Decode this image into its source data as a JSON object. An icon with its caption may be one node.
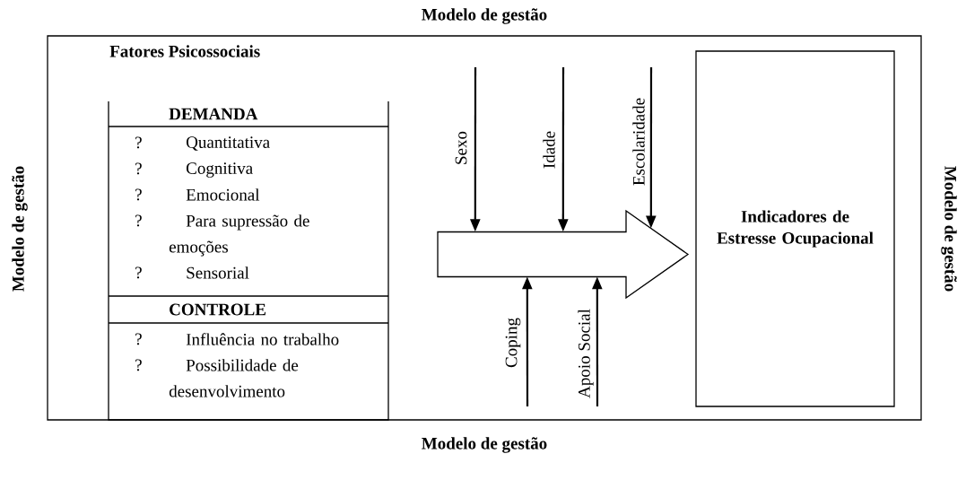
{
  "diagram": {
    "nodes": [
      {
        "text": [],
        "shape": "box",
        "beside": [
          "Modelo de gestão",
          "Modelo de gestão",
          "Modelo de gestão",
          "Modelo de gestão"
        ]
      },
      {
        "text": [
          "Fatores Psicossociais",
          "DEMANDA",
          "?",
          "Quantitativa",
          "?",
          "Cognitiva",
          "?",
          "Emocional",
          "?",
          "Para supressão de emoções",
          "?",
          "Sensorial",
          "CONTROLE",
          "?",
          "Influência no trabalho",
          "?",
          "Possibilidade de desenvolvimento"
        ],
        "in": 0
      },
      {
        "text": [],
        "shape": "arrow",
        "in": 0
      },
      {
        "text": [
          "Indicadores de Estresse Ocupacional"
        ],
        "in": 0
      }
    ],
    "edges": [
      {
        "from": null,
        "to": 2,
        "arrow": "to",
        "label": "Sexo"
      },
      {
        "from": null,
        "to": 2,
        "arrow": "to",
        "label": "Idade"
      },
      {
        "from": null,
        "to": 2,
        "arrow": "to",
        "label": "Escolaridade"
      },
      {
        "from": null,
        "to": 2,
        "arrow": "to",
        "label": "Coping"
      },
      {
        "from": null,
        "to": 2,
        "arrow": "to",
        "label": "Apoio Social"
      }
    ]
  }
}
